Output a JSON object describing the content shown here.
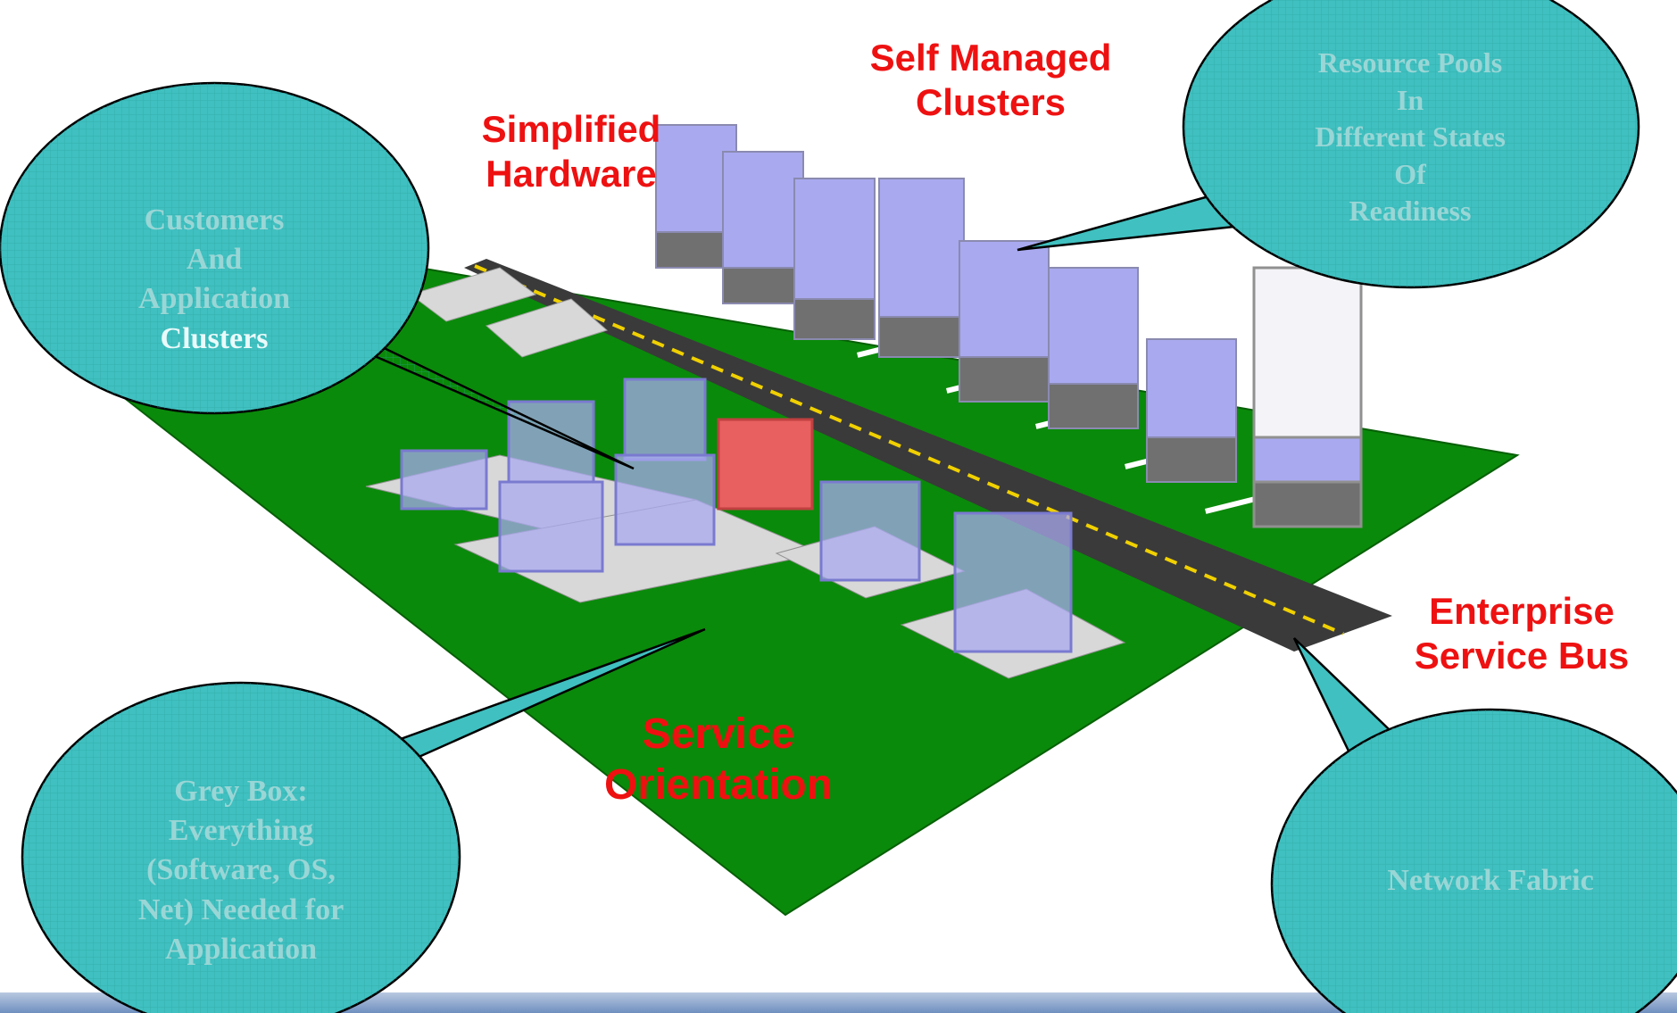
{
  "labels": {
    "simplified_hardware": [
      "Simplified",
      "Hardware"
    ],
    "self_managed": [
      "Self Managed",
      "Clusters"
    ],
    "enterprise_bus": [
      "Enterprise",
      "Service Bus"
    ],
    "service_orientation": [
      "Service",
      "Orientation"
    ]
  },
  "bubbles": {
    "customers": [
      "Customers",
      "And",
      "Application",
      "Clusters"
    ],
    "resource_pools": [
      "Resource Pools",
      "In",
      "Different States",
      "Of",
      "Readiness"
    ],
    "grey_box": [
      "Grey Box:",
      "Everything",
      "(Software, OS,",
      "Net) Needed for",
      "Application"
    ],
    "network_fabric": [
      "Network Fabric"
    ]
  },
  "colors": {
    "label_red": "#ee1111",
    "ground_green": "#0a8a0a",
    "road": "#3a3a3a",
    "road_marking": "#f0d000",
    "bubble_fill": "#40c0c0",
    "bubble_stroke": "#000000",
    "bubble_text": "#9ad6d6",
    "glass": "#a9a9f0",
    "red_block": "#e86060",
    "platform": "#d8d8d8"
  }
}
